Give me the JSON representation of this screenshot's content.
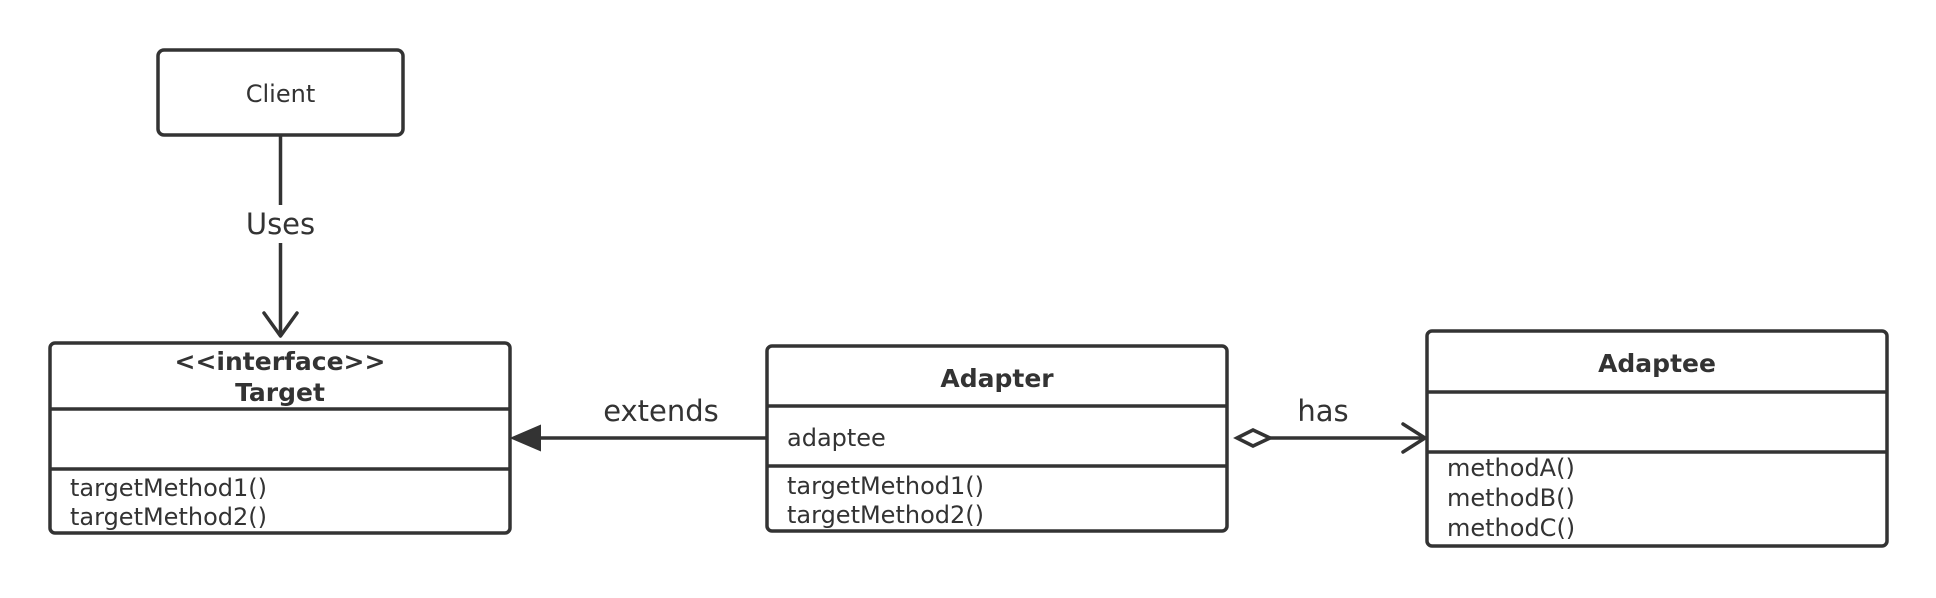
{
  "nodes": {
    "client": {
      "name": "Client"
    },
    "target": {
      "stereotype": "<<interface>>",
      "name": "Target",
      "attributes": [],
      "methods": [
        "targetMethod1()",
        "targetMethod2()"
      ]
    },
    "adapter": {
      "name": "Adapter",
      "attributes": [
        "adaptee"
      ],
      "methods": [
        "targetMethod1()",
        "targetMethod2()"
      ]
    },
    "adaptee": {
      "name": "Adaptee",
      "attributes": [],
      "methods": [
        "methodA()",
        "methodB()",
        "methodC()"
      ]
    }
  },
  "edges": {
    "uses": {
      "label": "Uses",
      "from": "Client",
      "to": "Target",
      "type": "dependency"
    },
    "extends": {
      "label": "extends",
      "from": "Adapter",
      "to": "Target",
      "type": "realization"
    },
    "has": {
      "label": "has",
      "from": "Adapter",
      "to": "Adaptee",
      "type": "aggregation"
    }
  },
  "colors": {
    "stroke": "#333333",
    "background": "#ffffff"
  }
}
